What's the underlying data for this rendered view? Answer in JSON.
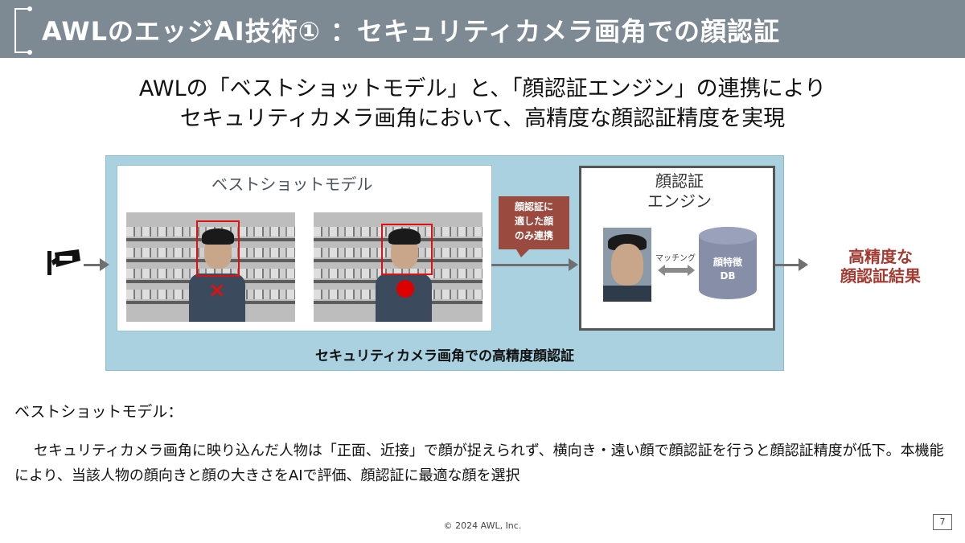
{
  "header": {
    "title": "AWLのエッジAI技術① ：セキュリティカメラ画角での顔認証"
  },
  "headline": {
    "line1": "AWLの「ベストショットモデル」と、「顔認証エンジン」の連携により",
    "line2": "セキュリティカメラ画角において、高精度な顔認証精度を実現"
  },
  "diagram": {
    "best_shot_title": "ベストショットモデル",
    "callout_lines": [
      "顔認証に",
      "適した顔",
      "のみ連携"
    ],
    "engine_title_lines": [
      "顔認証",
      "エンジン"
    ],
    "matching_label": "マッチング",
    "db_label_lines": [
      "顔特徴",
      "DB"
    ],
    "result_lines": [
      "高精度な",
      "顔認証結果"
    ],
    "panel_caption": "セキュリティカメラ画角での高精度顔認証",
    "reject_mark": "×",
    "colors": {
      "panel_bg": "#a9d1e0",
      "accent_red": "#a23b32",
      "callout_bg": "#9a4a3e",
      "db_fill": "#868ea8"
    }
  },
  "description": {
    "title": "ベストショットモデル：",
    "body": "セキュリティカメラ画角に映り込んだ人物は「正面、近接」で顔が捉えられず、横向き・遠い顔で顔認証を行うと顔認証精度が低下。本機能により、当該人物の顔向きと顔の大きさをAIで評価、顔認証に最適な顔を選択"
  },
  "footer": {
    "copyright": "© 2024 AWL, Inc.",
    "page_number": "7"
  }
}
